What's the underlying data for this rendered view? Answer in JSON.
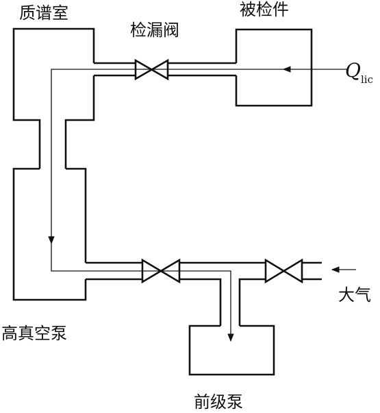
{
  "labels": {
    "mass_spec_chamber": "质谱室",
    "leak_detection_valve": "检漏阀",
    "test_object": "被检件",
    "high_vacuum_pump": "高真空泵",
    "fore_pump": "前级泵",
    "atmosphere": "大气",
    "leak_rate_symbol": "Q",
    "leak_rate_subscript": "lic"
  },
  "colors": {
    "line": "#111111",
    "background": "#ffffff"
  }
}
